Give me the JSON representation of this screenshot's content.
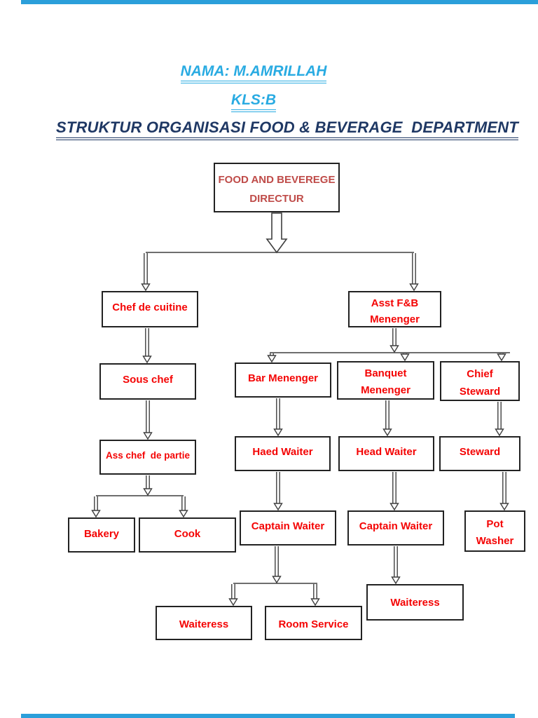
{
  "page": {
    "top_bar_color": "#2b9fda",
    "bottom_bar_color": "#2b9fda"
  },
  "header": {
    "line1": "NAMA: M.AMRILLAH",
    "line2": "KLS:B",
    "line3": "STRUKTUR ORGANISASI FOOD & BEVERAGE  DEPARTMENT",
    "accent_color": "#29abe2",
    "title_color": "#1f3864"
  },
  "chart": {
    "node_text_color": "#f40404",
    "director_text_color": "#bf4b48",
    "nodes": {
      "director": {
        "line1": "FOOD AND BEVEREGE",
        "line2": "DIRECTUR"
      },
      "chef_de_cuitine": {
        "label": "Chef de cuitine"
      },
      "asst_fb": {
        "line1": "Asst F&B",
        "line2": "Menenger"
      },
      "sous_chef": {
        "label": "Sous chef"
      },
      "bar_menenger": {
        "label": "Bar Menenger"
      },
      "banquet_menenger": {
        "line1": "Banquet",
        "line2": "Menenger"
      },
      "chief_steward": {
        "line1": "Chief",
        "line2": "Steward"
      },
      "ass_chef_de_partie": {
        "label": "Ass chef  de partie"
      },
      "haed_waiter": {
        "label": "Haed Waiter"
      },
      "head_waiter": {
        "label": "Head Waiter"
      },
      "steward": {
        "label": "Steward"
      },
      "bakery": {
        "label": "Bakery"
      },
      "cook": {
        "label": "Cook"
      },
      "captain_waiter_1": {
        "label": "Captain Waiter"
      },
      "captain_waiter_2": {
        "label": "Captain Waiter"
      },
      "pot_washer": {
        "line1": "Pot",
        "line2": "Washer"
      },
      "waiteress_left": {
        "label": "Waiteress"
      },
      "room_service": {
        "label": "Room Service"
      },
      "waiteress_right": {
        "label": "Waiteress"
      }
    }
  }
}
